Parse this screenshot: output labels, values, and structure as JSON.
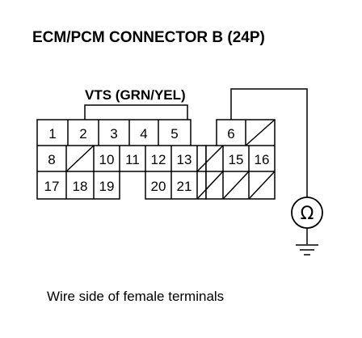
{
  "title": "ECM/PCM CONNECTOR B (24P)",
  "probe_label": "VTS (GRN/YEL)",
  "caption": "Wire side of female terminals",
  "meter_symbol": "Ω",
  "line_color": "#000000",
  "background_color": "#ffffff",
  "connector": {
    "rows": [
      [
        "1",
        "2",
        "3",
        "4",
        "5",
        "",
        "6",
        "/"
      ],
      [
        "8",
        "/",
        "10",
        "11",
        "12",
        "13",
        "/",
        "15",
        "16"
      ],
      [
        "17",
        "18",
        "19",
        "",
        "20",
        "21",
        "/",
        "/",
        "/"
      ]
    ],
    "probed_terminals": [
      "2",
      "5"
    ],
    "meter_terminal": "6"
  },
  "icons": [
    "ohmmeter-icon",
    "ground-icon"
  ]
}
